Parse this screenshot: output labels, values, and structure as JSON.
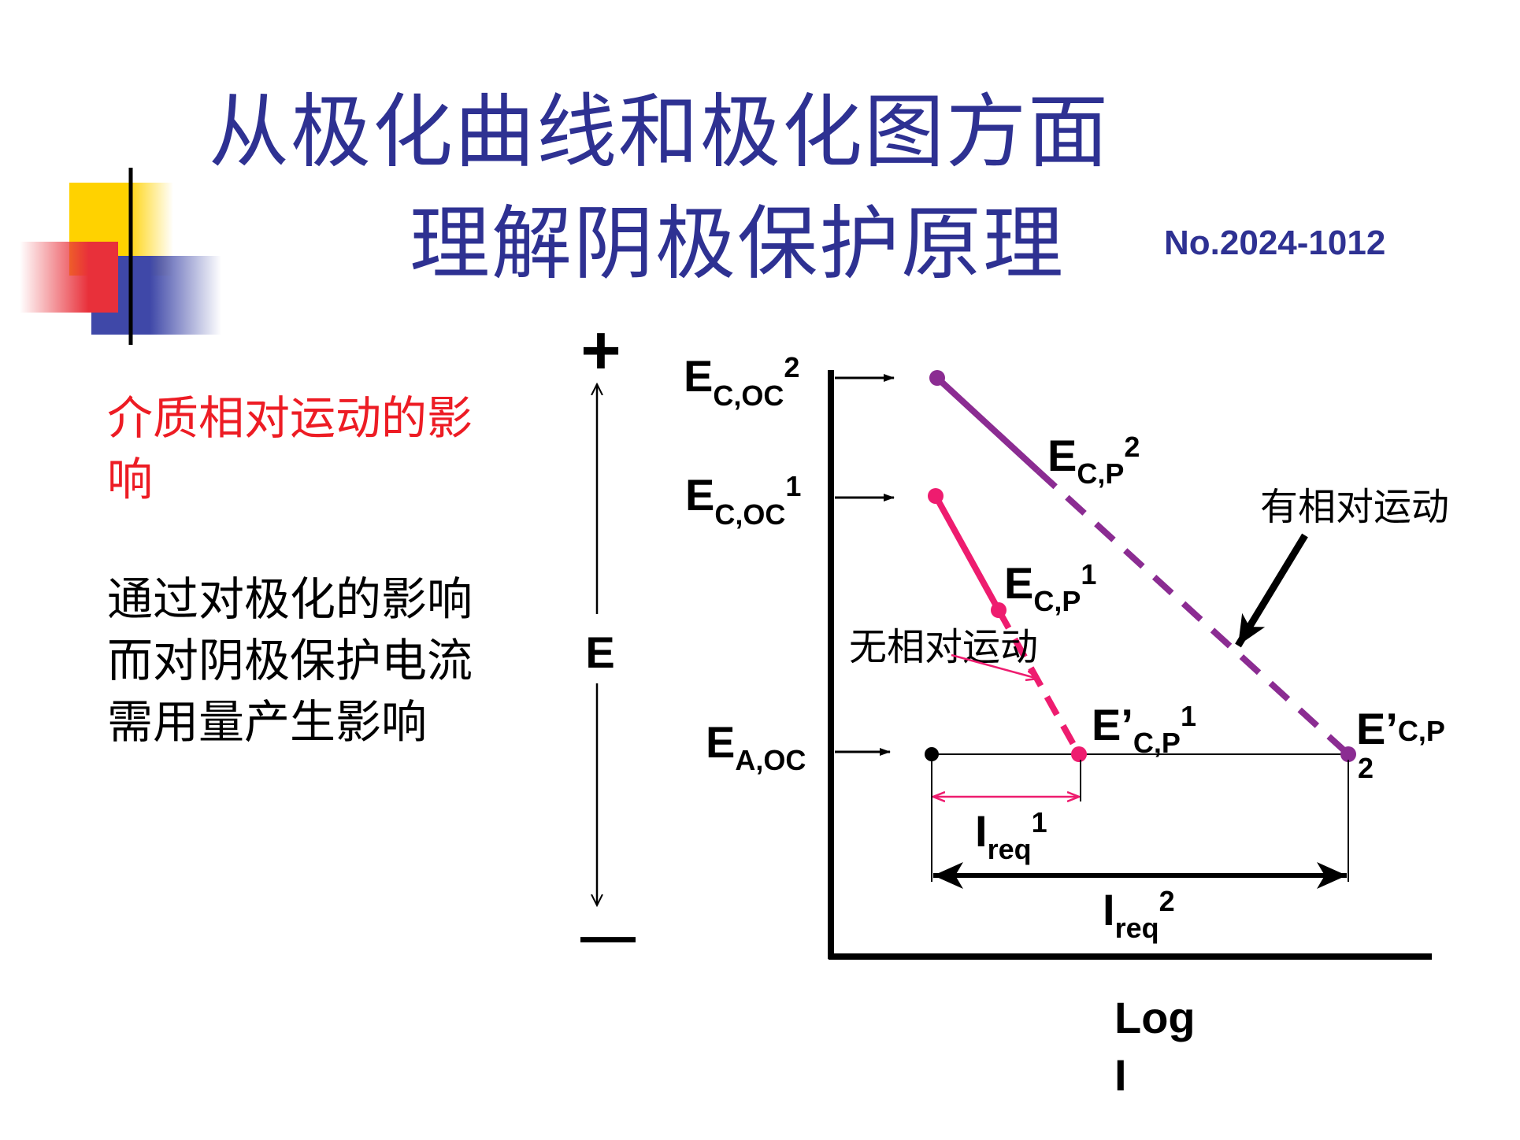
{
  "title": {
    "line1": "从极化曲线和极化图方面",
    "line2": "理解阴极保护原理",
    "doc_no": "No.2024-1012"
  },
  "side": {
    "heading": "介质相对运动的影响",
    "body": "通过对极化的影响而对阴极保护电流需用量产生影响"
  },
  "diagram": {
    "axis": {
      "y_name": "E",
      "plus": "+",
      "minus": "—",
      "x_name_line1": "Log",
      "x_name_line2": "I"
    },
    "potentials": {
      "e_coc2": {
        "main": "E",
        "sub": "C,OC",
        "sup": "2"
      },
      "e_coc1": {
        "main": "E",
        "sub": "C,OC",
        "sup": "1"
      },
      "e_aoc": {
        "main": "E",
        "sub": "A,OC"
      }
    },
    "curves": {
      "ecp2": {
        "main": "E",
        "sub": "C,P",
        "sup": "2"
      },
      "ecp1": {
        "main": "E",
        "sub": "C,P",
        "sup": "1"
      },
      "eprime_cp1": {
        "main": "E’",
        "sub": "C,P",
        "sup": "1"
      },
      "eprime_cp2": {
        "main": "E’",
        "sub": "C,P",
        "sub2": "2"
      }
    },
    "currents": {
      "ireq1": {
        "main": "I",
        "sub": "req",
        "sup": "1"
      },
      "ireq2": {
        "main": "I",
        "sub": "req",
        "sup": "2"
      }
    },
    "annotations": {
      "with_motion": "有相对运动",
      "no_motion": "无相对运动"
    },
    "colors": {
      "with_motion_curve": "#8b2c92",
      "no_motion_curve": "#ee1c6f",
      "axes": "#000000"
    }
  },
  "colors": {
    "title": "#2e3192",
    "heading": "#ed1c24",
    "deco_yellow": "#ffd200",
    "deco_red": "#e8303a",
    "deco_blue": "#3f48a8"
  }
}
